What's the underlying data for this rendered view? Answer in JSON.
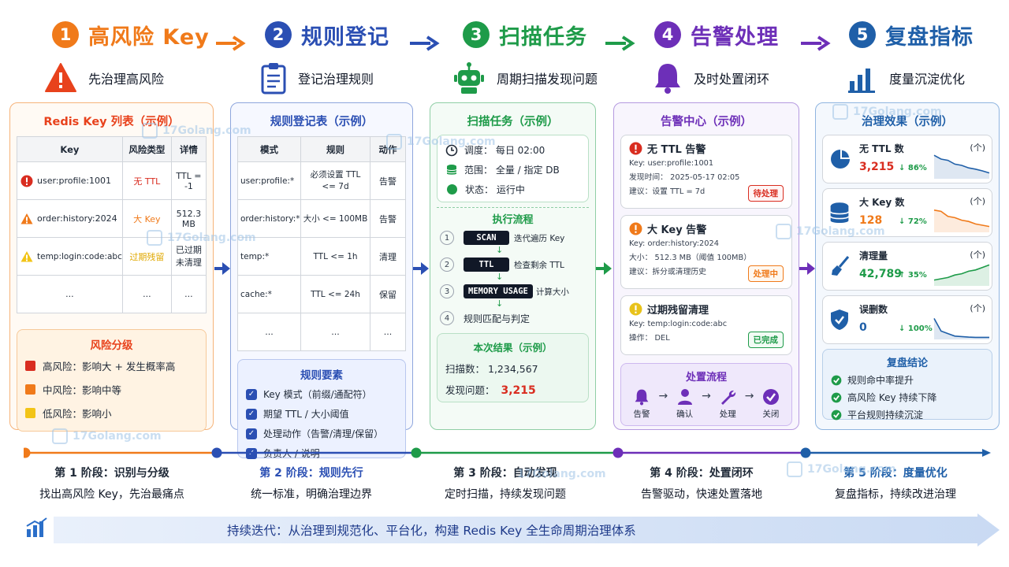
{
  "steps": [
    {
      "num": "1",
      "title": "高风险 Key",
      "subtitle": "先治理高风险",
      "color": "#f07a1a",
      "icon": "warning-icon"
    },
    {
      "num": "2",
      "title": "规则登记",
      "subtitle": "登记治理规则",
      "color": "#2b4fb3",
      "icon": "clipboard-icon"
    },
    {
      "num": "3",
      "title": "扫描任务",
      "subtitle": "周期扫描发现问题",
      "color": "#1e9b49",
      "icon": "robot-icon"
    },
    {
      "num": "4",
      "title": "告警处理",
      "subtitle": "及时处置闭环",
      "color": "#6d2fb8",
      "icon": "bell-icon"
    },
    {
      "num": "5",
      "title": "复盘指标",
      "subtitle": "度量沉淀优化",
      "color": "#1f5fa8",
      "icon": "bar-chart-icon"
    }
  ],
  "panel1": {
    "title": "Redis Key 列表（示例）",
    "headers": [
      "Key",
      "风险类型",
      "详情"
    ],
    "rows": [
      {
        "key": "user:profile:1001",
        "risk": "无 TTL",
        "detail": "TTL = -1",
        "level": "high"
      },
      {
        "key": "order:history:2024",
        "risk": "大 Key",
        "detail": "512.3 MB",
        "level": "mid"
      },
      {
        "key": "temp:login:code:abc",
        "risk": "过期残留",
        "detail": "已过期\n未清理",
        "level": "low"
      },
      {
        "key": "...",
        "risk": "...",
        "detail": "...",
        "level": "none"
      }
    ],
    "level_title": "风险分级",
    "levels": [
      {
        "label": "高风险：影响大 + 发生概率高",
        "color": "#d92d20"
      },
      {
        "label": "中风险：影响中等",
        "color": "#f07a1a"
      },
      {
        "label": "低风险：影响小",
        "color": "#f2c417"
      }
    ]
  },
  "panel2": {
    "title": "规则登记表（示例）",
    "headers": [
      "模式",
      "规则",
      "动作"
    ],
    "rows": [
      {
        "pattern": "user:profile:*",
        "rule": "必须设置 TTL\n<= 7d",
        "action": "告警"
      },
      {
        "pattern": "order:history:*",
        "rule": "大小 <= 100MB",
        "action": "告警"
      },
      {
        "pattern": "temp:*",
        "rule": "TTL <= 1h",
        "action": "清理"
      },
      {
        "pattern": "cache:*",
        "rule": "TTL <= 24h",
        "action": "保留"
      },
      {
        "pattern": "...",
        "rule": "...",
        "action": "..."
      }
    ],
    "elements_title": "规则要素",
    "elements": [
      "Key 模式（前缀/通配符）",
      "期望 TTL / 大小阈值",
      "处理动作（告警/清理/保留）",
      "负责人 / 说明"
    ]
  },
  "panel3": {
    "title": "扫描任务（示例）",
    "schedule": "调度： 每日 02:00",
    "scope": "范围： 全量 / 指定 DB",
    "status": "状态： 运行中",
    "flow_title": "执行流程",
    "flow": [
      {
        "n": "1",
        "code": "SCAN",
        "desc": "迭代遍历 Key"
      },
      {
        "n": "2",
        "code": "TTL",
        "desc": "检查剩余 TTL"
      },
      {
        "n": "3",
        "code": "MEMORY USAGE",
        "desc": "计算大小"
      },
      {
        "n": "4",
        "code": "",
        "desc": "规则匹配与判定"
      }
    ],
    "result_title": "本次结果（示例）",
    "scanned_label": "扫描数：",
    "scanned_value": "1,234,567",
    "found_label": "发现问题：",
    "found_value": "3,215"
  },
  "panel4": {
    "title": "告警中心（示例）",
    "alerts": [
      {
        "title": "无 TTL 告警",
        "lines": [
          "Key:  user:profile:1001",
          "发现时间： 2025-05-17 02:05",
          "建议：设置 TTL = 7d"
        ],
        "badge": "待处理",
        "color": "#d92d20"
      },
      {
        "title": "大 Key 告警",
        "lines": [
          "Key:  order:history:2024",
          "大小： 512.3 MB（阈值 100MB）",
          "建议：拆分或清理历史"
        ],
        "badge": "处理中",
        "color": "#f07a1a"
      },
      {
        "title": "过期残留清理",
        "lines": [
          "Key:  temp:login:code:abc",
          "操作： DEL"
        ],
        "badge": "已完成",
        "color": "#e8c21a",
        "badge_color": "#1e9b49"
      }
    ],
    "process_title": "处置流程",
    "process": [
      "告警",
      "确认",
      "处理",
      "关闭"
    ]
  },
  "panel5": {
    "title": "治理效果（示例）",
    "unit": "(个)",
    "metrics": [
      {
        "name": "无 TTL 数",
        "value": "3,215",
        "change": "↓ 86%",
        "value_color": "#d92d20",
        "line_color": "#1f5fa8",
        "trend": [
          0.9,
          0.75,
          0.7,
          0.55,
          0.5,
          0.4,
          0.35,
          0.28,
          0.2
        ]
      },
      {
        "name": "大 Key 数",
        "value": "128",
        "change": "↓ 72%",
        "value_color": "#f07a1a",
        "line_color": "#f07a1a",
        "trend": [
          0.85,
          0.8,
          0.6,
          0.55,
          0.45,
          0.4,
          0.3,
          0.25,
          0.2
        ]
      },
      {
        "name": "清理量",
        "value": "42,789",
        "change": "↑ 35%",
        "value_color": "#1e9b49",
        "line_color": "#1e9b49",
        "trend": [
          0.2,
          0.25,
          0.3,
          0.4,
          0.45,
          0.55,
          0.6,
          0.7,
          0.8
        ]
      },
      {
        "name": "误删数",
        "value": "0",
        "change": "↓ 100%",
        "value_color": "#1f5fa8",
        "line_color": "#1f5fa8",
        "trend": [
          0.8,
          0.3,
          0.2,
          0.1,
          0.08,
          0.06,
          0.05,
          0.05,
          0.05
        ]
      }
    ],
    "conclusion_title": "复盘结论",
    "conclusions": [
      "规则命中率提升",
      "高风险 Key 持续下降",
      "平台规则持续沉淀"
    ]
  },
  "stages": [
    {
      "title": "第 1 阶段：识别与分级",
      "desc": "找出高风险 Key，先治最痛点",
      "color": "#f07a1a"
    },
    {
      "title": "第 2 阶段：规则先行",
      "desc": "统一标准，明确治理边界",
      "color": "#2b4fb3"
    },
    {
      "title": "第 3 阶段：自动发现",
      "desc": "定时扫描，持续发现问题",
      "color": "#1e9b49"
    },
    {
      "title": "第 4 阶段：处置闭环",
      "desc": "告警驱动，快速处置落地",
      "color": "#6d2fb8"
    },
    {
      "title": "第 5 阶段：度量优化",
      "desc": "复盘指标，持续改进治理",
      "color": "#1f5fa8"
    }
  ],
  "bottom_text": "持续迭代：从治理到规范化、平台化，构建 Redis Key 全生命周期治理体系",
  "watermark": "17Golang.com"
}
